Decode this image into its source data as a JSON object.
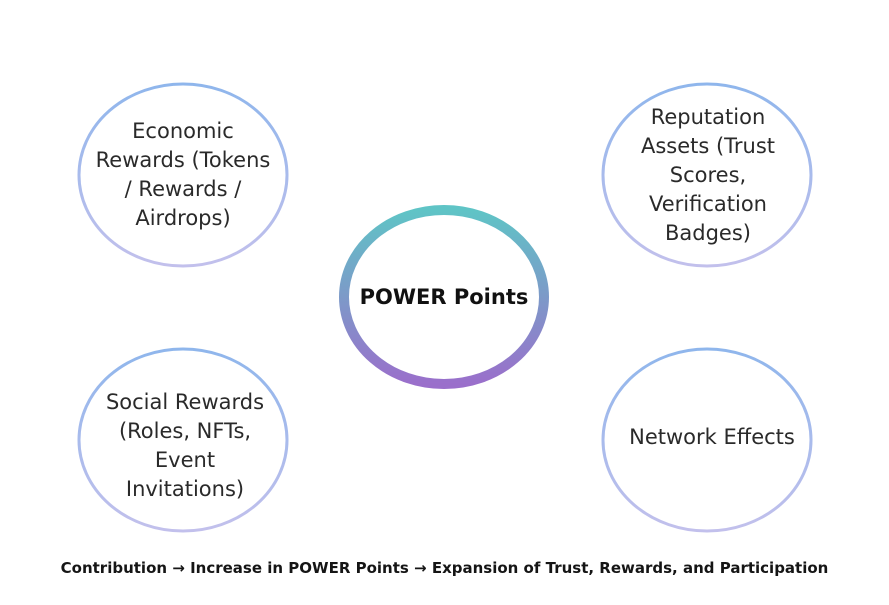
{
  "center": {
    "label": "POWER Points"
  },
  "nodes": [
    {
      "id": "economic",
      "label": "Economic Rewards (Tokens / Rewards / Airdrops)"
    },
    {
      "id": "reputation",
      "label": "Reputation Assets (Trust Scores, Verification Badges)"
    },
    {
      "id": "social",
      "label": "Social Rewards (Roles, NFTs, Event Invitations)"
    },
    {
      "id": "network",
      "label": "Network Effects"
    }
  ],
  "caption": "Contribution → Increase in POWER Points → Expansion of Trust, Rewards, and Participation",
  "colors": {
    "outer_ring_start": "#8fb6ec",
    "outer_ring_end": "#c2c0ec",
    "center_ring_start": "#5fc4c6",
    "center_ring_end": "#9a6fcb"
  }
}
